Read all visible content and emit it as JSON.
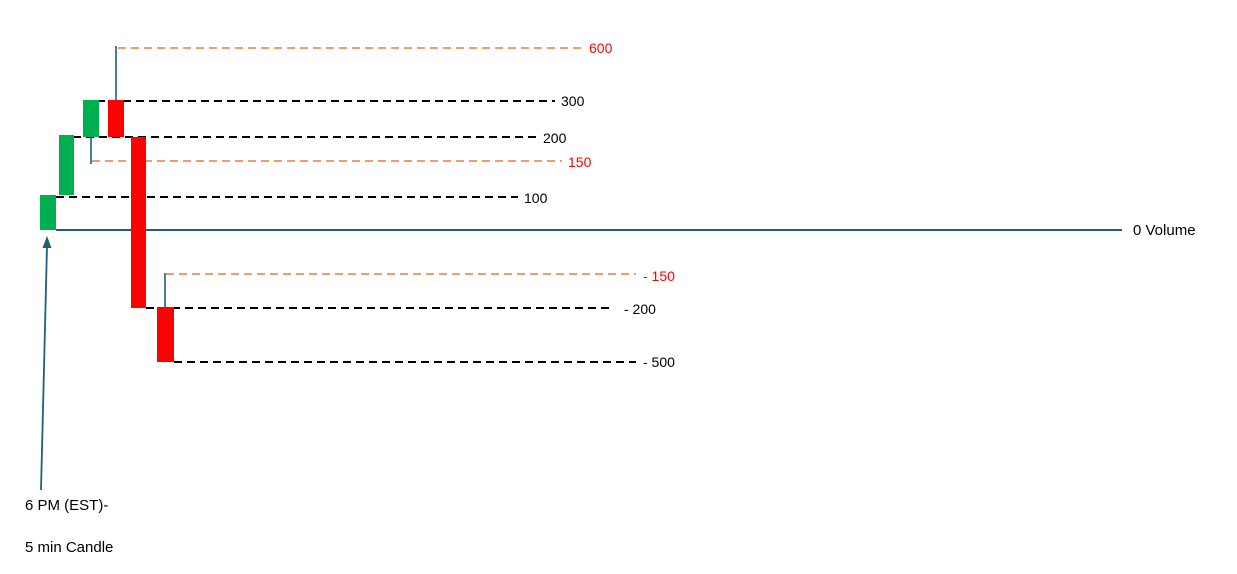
{
  "colors": {
    "up_candle": "#00b050",
    "down_candle": "#ff0000",
    "black_dash": "#000000",
    "orange_dash": "#ed7d31",
    "baseline": "#1f5f7a",
    "wick": "#1f5f7a",
    "arrow": "#1f5f7a",
    "label_black": "#000000",
    "label_red": "#ff0000"
  },
  "levels": {
    "l600": "600",
    "l300": "300",
    "l200": "200",
    "l150": "150",
    "l100": "100",
    "neg150": "- 150",
    "neg200": "- 200",
    "neg500": "- 500"
  },
  "baseline_label": "0 Volume",
  "caption": {
    "line1": "6 PM (EST)-",
    "line2": "5 min Candle"
  }
}
